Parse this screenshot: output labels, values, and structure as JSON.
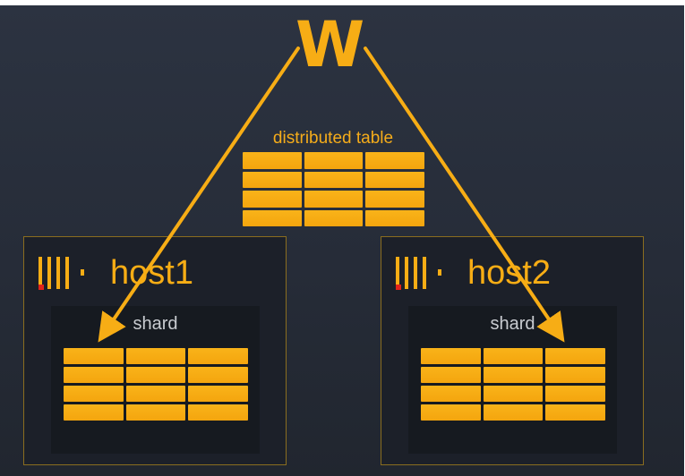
{
  "logo": {
    "text": "W"
  },
  "distributed": {
    "label": "distributed table",
    "rows": 4,
    "cols": 3
  },
  "hosts": [
    {
      "name": "host1",
      "shard_label": "shard",
      "rows": 4,
      "cols": 3
    },
    {
      "name": "host2",
      "shard_label": "shard",
      "rows": 4,
      "cols": 3
    }
  ],
  "colors": {
    "accent": "#f7ad15",
    "background": "#2a303c",
    "panel": "#1c2029",
    "shard_panel": "#161a20",
    "logo_red": "#e2231a"
  },
  "icons": [
    "clickhouse-logo-icon",
    "arrow-icon"
  ]
}
